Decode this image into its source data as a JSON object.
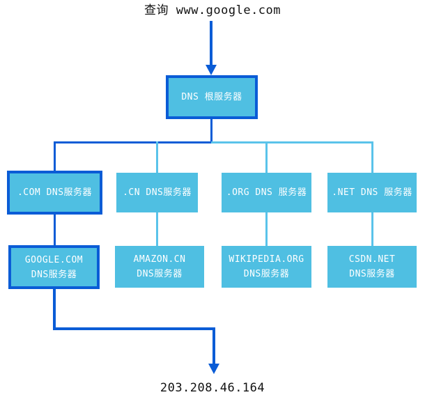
{
  "diagram": {
    "query_label": "查询 www.google.com",
    "root_server_label": "DNS 根服务器",
    "tld_servers": {
      "com": ".COM DNS服务器",
      "cn": ".CN DNS服务器",
      "org": ".ORG DNS 服务器",
      "net": ".NET DNS 服务器"
    },
    "auth_servers": {
      "google": {
        "line1": "GOOGLE.COM",
        "line2": "DNS服务器"
      },
      "amazon": {
        "line1": "AMAZON.CN",
        "line2": "DNS服务器"
      },
      "wikipedia": {
        "line1": "WIKIPEDIA.ORG",
        "line2": "DNS服务器"
      },
      "csdn": {
        "line1": "CSDN.NET",
        "line2": "DNS服务器"
      }
    },
    "result_ip": "203.208.46.164"
  },
  "colors": {
    "path_highlight": "#0a5cd6",
    "connector_light": "#5ac3ea",
    "node_fill": "#4fbfe2",
    "text_on_node": "#ffffff",
    "label_text": "#111111",
    "canvas_bg": "#ffffff"
  }
}
